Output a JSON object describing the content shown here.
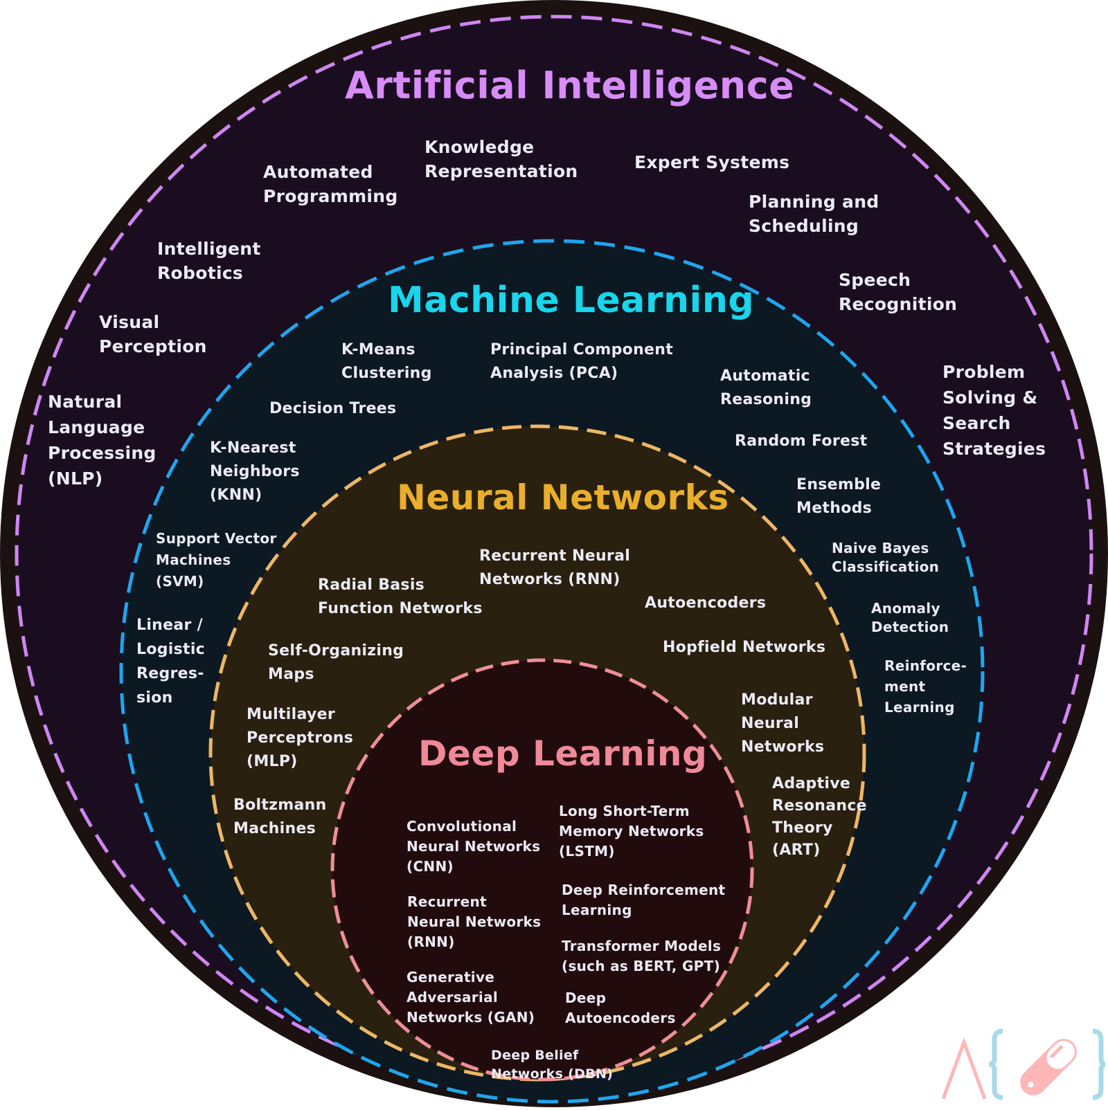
{
  "colors": {
    "outer_disk": "#1a1110",
    "ai_fill": "#1a0d1f",
    "ai_ring": "#cf86f2",
    "ml_fill": "#0c1822",
    "ml_ring": "#1ea6ee",
    "nn_fill": "#2a200f",
    "nn_ring": "#edb766",
    "dl_fill": "#220b0d",
    "dl_ring": "#ee8f97",
    "text": "#ecebf5"
  },
  "ai": {
    "title": "Artificial Intelligence",
    "items": [
      "Automated\nProgramming",
      "Knowledge\nRepresentation",
      "Expert Systems",
      "Planning and\nScheduling",
      "Intelligent\nRobotics",
      "Speech\nRecognition",
      "Visual\nPerception",
      "Natural\nLanguage\nProcessing\n(NLP)",
      "Problem\nSolving &\nSearch\nStrategies"
    ]
  },
  "ml": {
    "title": "Machine Learning",
    "items": [
      "K-Means\nClustering",
      "Principal Component\nAnalysis (PCA)",
      "Automatic\nReasoning",
      "Decision Trees",
      "Random Forest",
      "K-Nearest\nNeighbors\n(KNN)",
      "Ensemble\nMethods",
      "Support Vector\nMachines\n(SVM)",
      "Naive Bayes\nClassification",
      "Linear /\nLogistic\nRegres-\nsion",
      "Anomaly\nDetection",
      "Reinforce-\nment\nLearning"
    ]
  },
  "nn": {
    "title": "Neural Networks",
    "items": [
      "Recurrent Neural\nNetworks (RNN)",
      "Radial Basis\nFunction Networks",
      "Autoencoders",
      "Self-Organizing\nMaps",
      "Hopfield Networks",
      "Multilayer\nPerceptrons\n(MLP)",
      "Modular\nNeural\nNetworks",
      "Boltzmann\nMachines",
      "Adaptive\nResonance\nTheory\n(ART)"
    ]
  },
  "dl": {
    "title": "Deep Learning",
    "items": [
      "Convolutional\nNeural Networks\n(CNN)",
      "Long Short-Term\nMemory Networks\n(LSTM)",
      "Deep Reinforcement\nLearning",
      "Recurrent\nNeural Networks\n(RNN)",
      "Transformer Models\n(such as BERT, GPT)",
      "Generative\nAdversarial\nNetworks (GAN)",
      "Deep\nAutoencoders",
      "Deep Belief\nNetworks (DBN)"
    ]
  },
  "watermark": {
    "icon": "lambda-braces-pill-logo"
  }
}
